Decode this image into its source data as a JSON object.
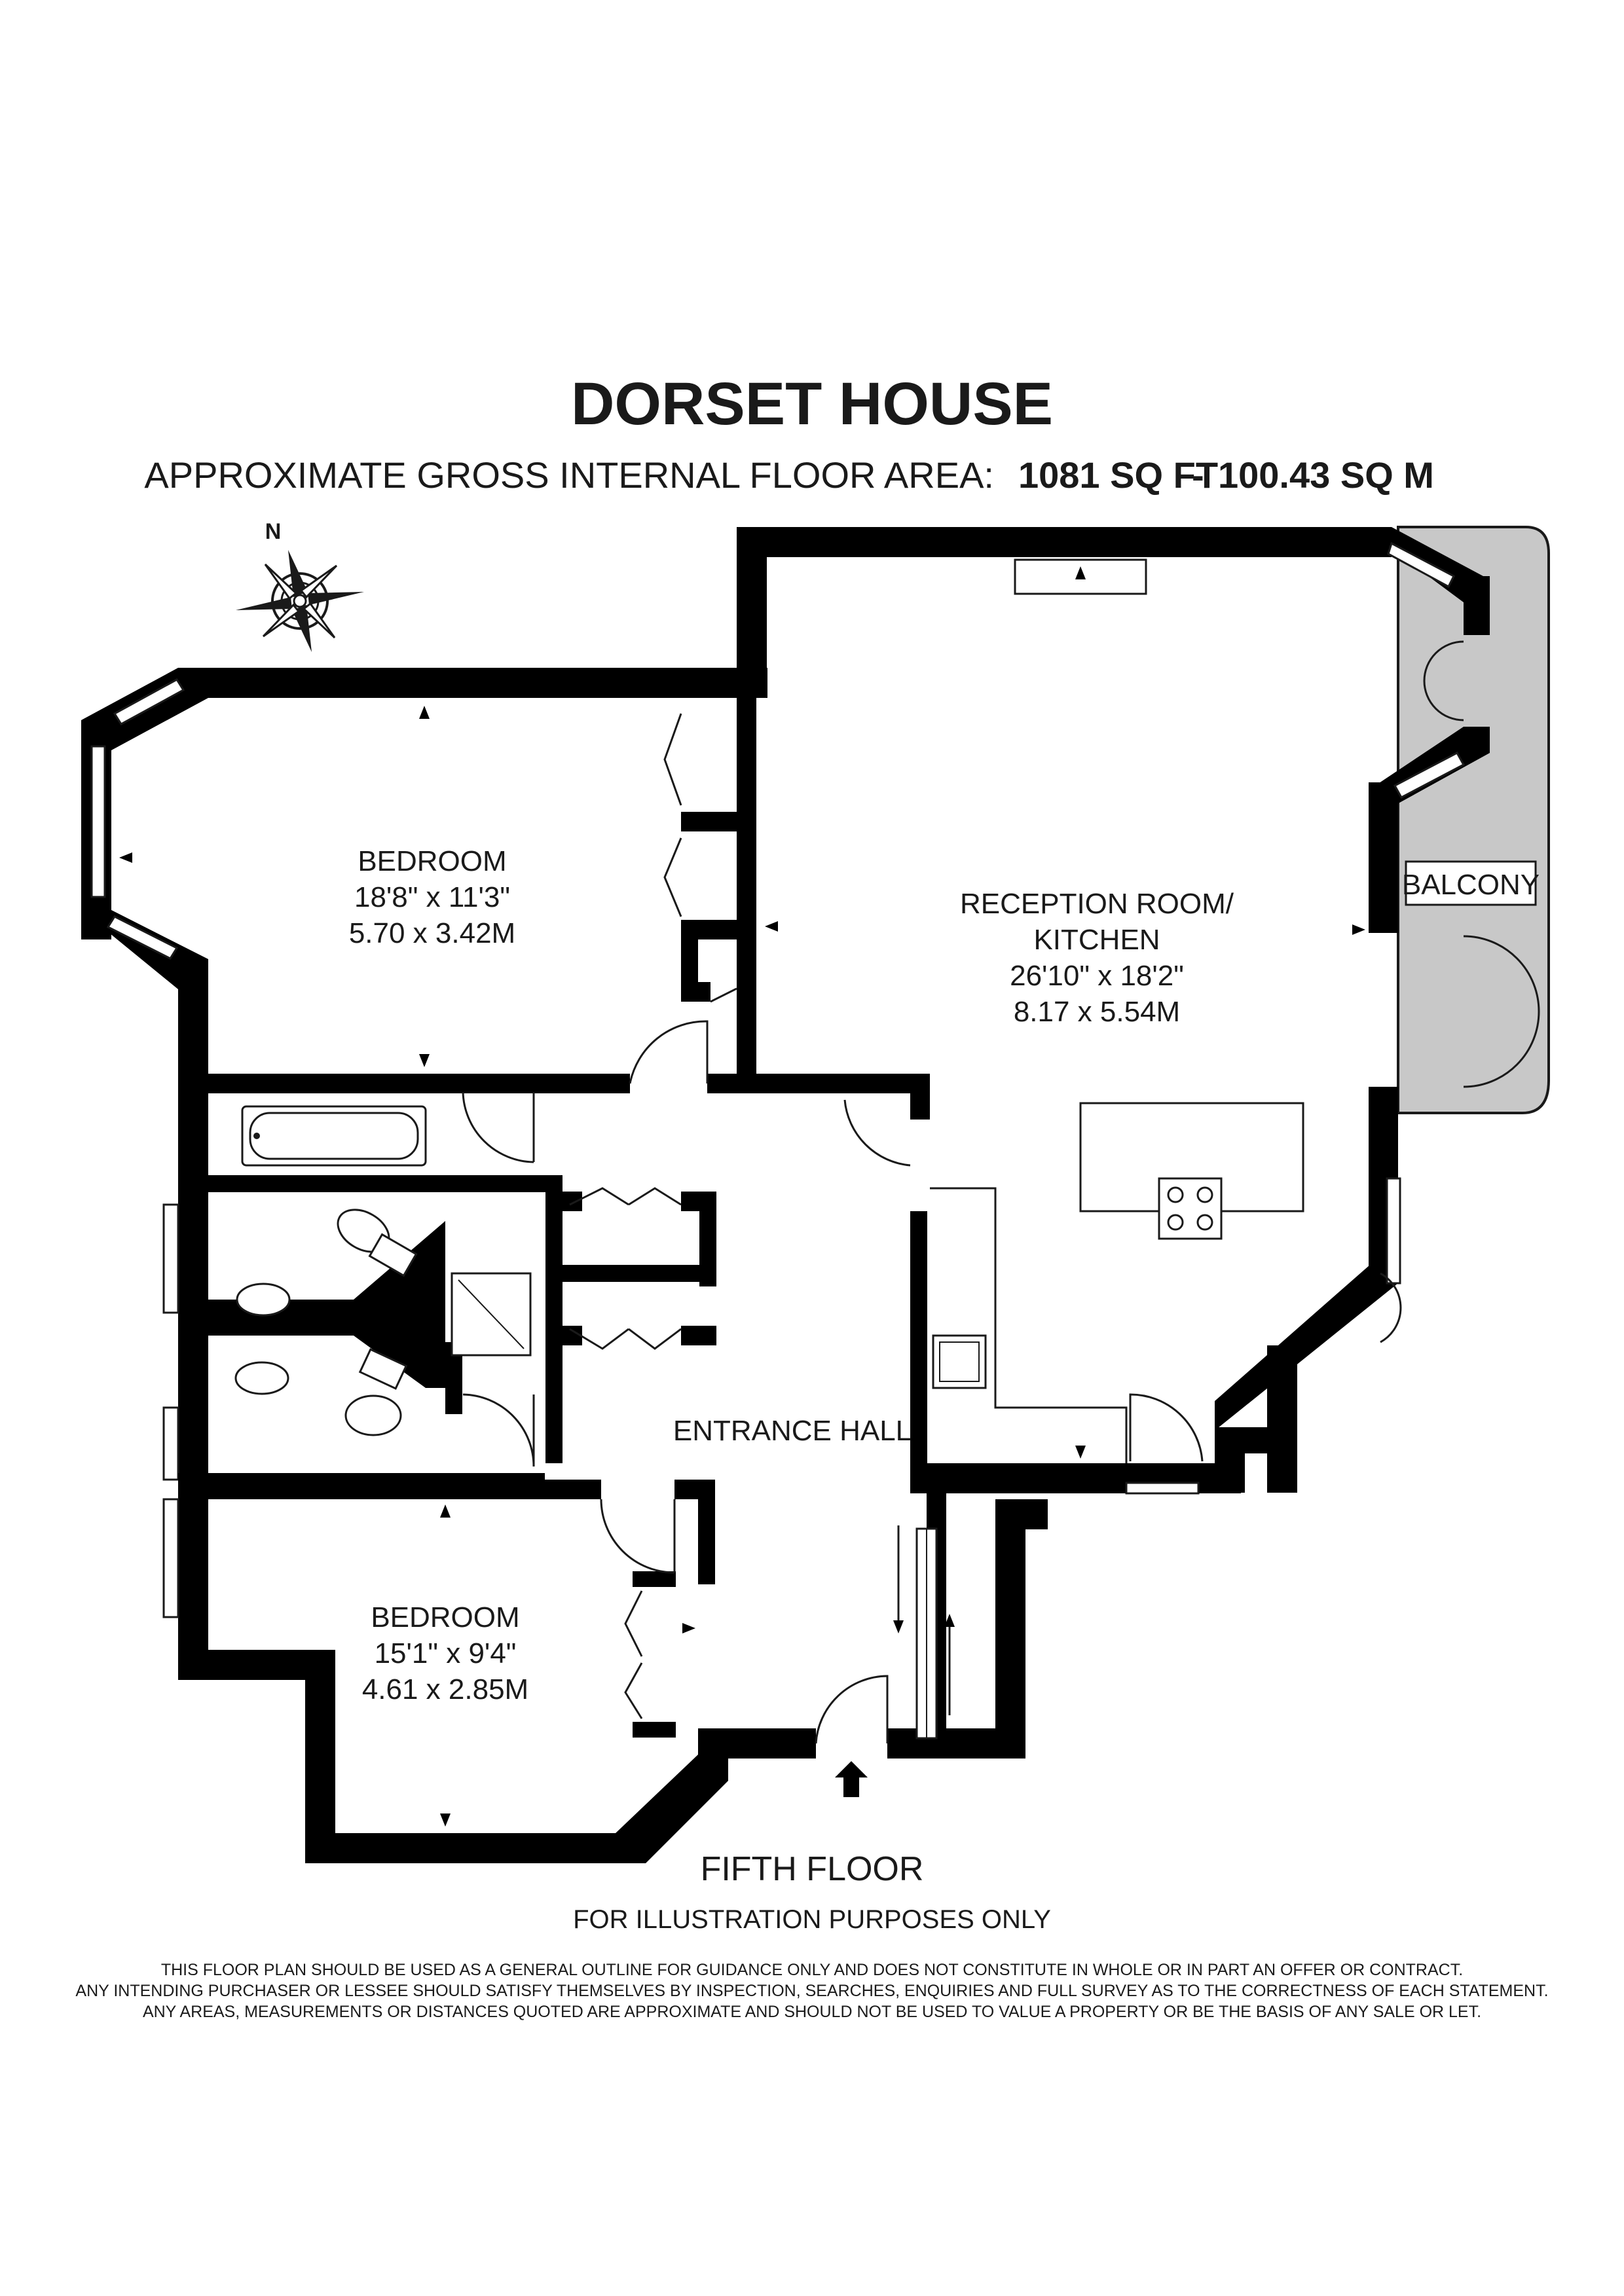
{
  "header": {
    "title": "DORSET HOUSE",
    "area_label": "APPROXIMATE GROSS INTERNAL FLOOR AREA:",
    "area_sqft": "1081 SQ FT",
    "area_sep": "-",
    "area_sqm": "100.43 SQ M"
  },
  "compass": {
    "label": "N"
  },
  "rooms": {
    "bedroom1": {
      "name": "BEDROOM",
      "imperial": "18'8\" x 11'3\"",
      "metric": "5.70 x 3.42M"
    },
    "reception": {
      "name_line1": "RECEPTION ROOM/",
      "name_line2": "KITCHEN",
      "imperial": "26'10\" x 18'2\"",
      "metric": "8.17 x 5.54M"
    },
    "balcony": {
      "name": "BALCONY"
    },
    "hall": {
      "name": "ENTRANCE HALL"
    },
    "bedroom2": {
      "name": "BEDROOM",
      "imperial": "15'1\" x 9'4\"",
      "metric": "4.61 x 2.85M"
    }
  },
  "footer": {
    "floor": "FIFTH FLOOR",
    "illustration": "FOR ILLUSTRATION PURPOSES ONLY",
    "disclaimer": [
      "THIS FLOOR PLAN SHOULD BE USED AS A GENERAL OUTLINE FOR GUIDANCE ONLY AND DOES NOT CONSTITUTE IN WHOLE OR IN PART AN OFFER OR CONTRACT.",
      "ANY INTENDING PURCHASER OR LESSEE SHOULD SATISFY THEMSELVES BY INSPECTION, SEARCHES, ENQUIRIES AND FULL SURVEY AS TO THE CORRECTNESS OF EACH STATEMENT.",
      "ANY AREAS, MEASUREMENTS OR DISTANCES QUOTED ARE APPROXIMATE AND SHOULD NOT BE USED TO VALUE A PROPERTY OR BE THE BASIS OF ANY SALE OR LET."
    ]
  },
  "colors": {
    "wall": "#000000",
    "balcony_fill": "#c8c8c8",
    "background": "#ffffff"
  }
}
